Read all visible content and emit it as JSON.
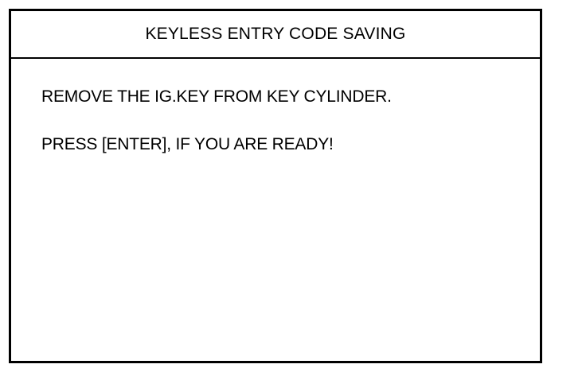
{
  "screen": {
    "title": "KEYLESS ENTRY CODE SAVING",
    "messages": [
      "REMOVE THE IG.KEY FROM KEY CYLINDER.",
      "PRESS [ENTER], IF YOU ARE READY!"
    ]
  }
}
